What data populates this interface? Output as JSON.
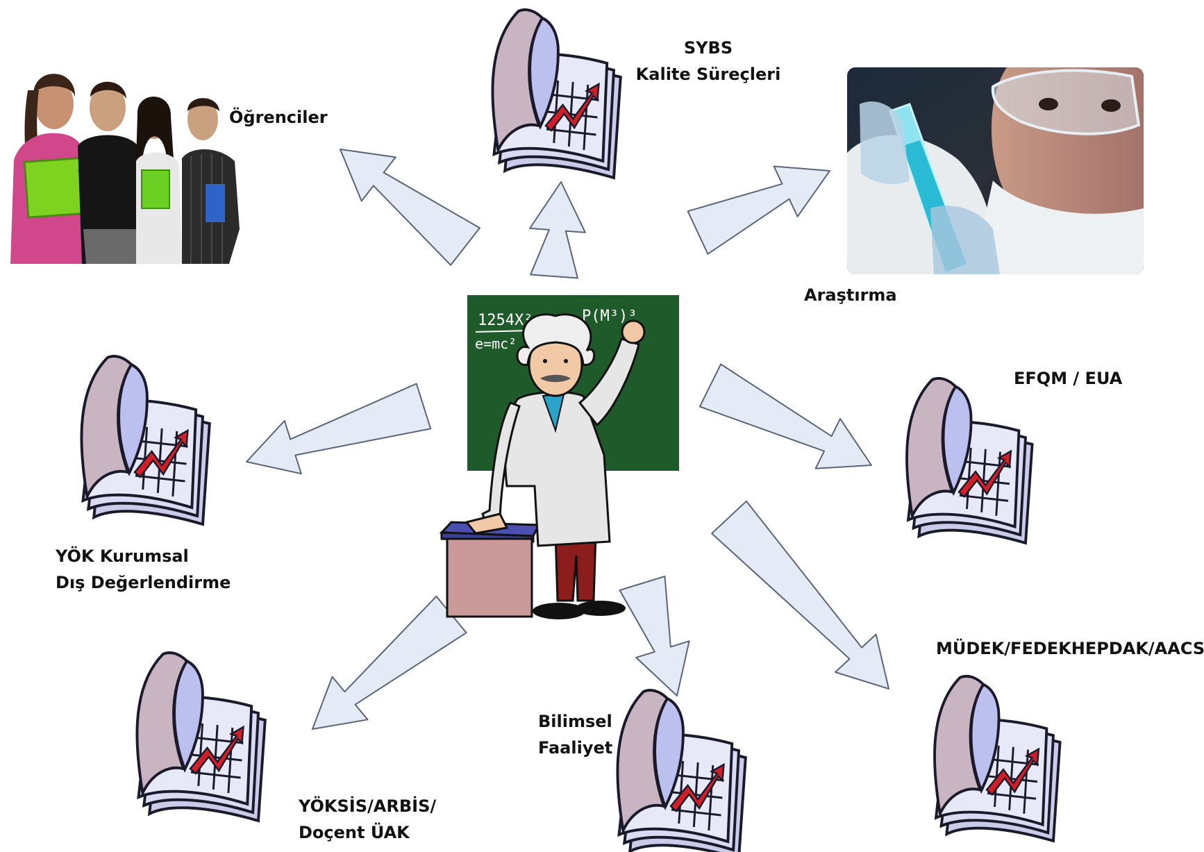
{
  "center": {
    "figure": "teacher-at-chalkboard",
    "board_lines": [
      "1254X²",
      "e=mc²",
      "P(M³)³"
    ]
  },
  "nodes": {
    "ogrenciler": {
      "line1": "Öğrenciler",
      "image": "students-photo"
    },
    "sybs": {
      "line1": "SYBS",
      "line2": "Kalite Süreçleri",
      "icon": "document-icon"
    },
    "arastirma": {
      "line1": "Araştırma",
      "image": "researcher-photo"
    },
    "yok": {
      "line1": "YÖK Kurumsal",
      "line2": "Dış Değerlendirme",
      "icon": "document-icon"
    },
    "efqm": {
      "line1": "EFQM / EUA",
      "icon": "document-icon"
    },
    "yoksis": {
      "line1": "YÖKSİS/ARBİS/",
      "line2": "Doçent ÜAK",
      "icon": "document-icon"
    },
    "bilimsel": {
      "line1": "Bilimsel",
      "line2": "Faaliyet",
      "icon": "document-icon"
    },
    "mudek": {
      "line1": "MÜDEK/FEDEKHEPDAK/AACSB",
      "icon": "document-icon"
    }
  },
  "colors": {
    "arrow_fill": "#e4ebf6",
    "arrow_stroke": "#5a6578",
    "chalkboard": "#1f5a2a",
    "doc_page": "#d6d8f2",
    "doc_accent": "#d11f2a"
  }
}
